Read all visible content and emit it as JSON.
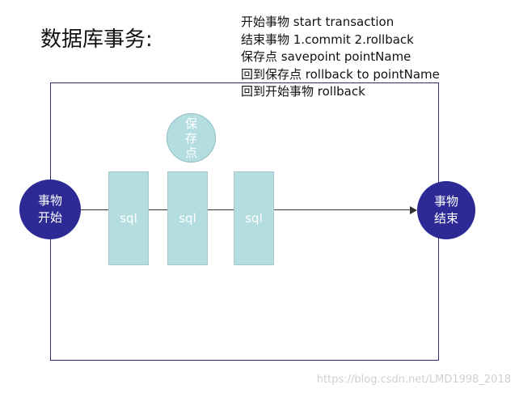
{
  "title": "数据库事务:",
  "notes": [
    "开始事物  start transaction",
    "结束事物  1.commit   2.rollback",
    "保存点  savepoint pointName",
    "回到保存点 rollback to pointName",
    "回到开始事物 rollback"
  ],
  "diagram": {
    "start_label": "事物开始",
    "end_label": "事物结束",
    "savepoint_label": "保存点",
    "sql_blocks": [
      "sql",
      "sql",
      "sql"
    ]
  },
  "colors": {
    "ellipse_fill": "#2d2a96",
    "block_fill": "#b4dde0",
    "frame_border": "#2d2a78"
  },
  "watermark": "https://blog.csdn.net/LMD1998_2018"
}
